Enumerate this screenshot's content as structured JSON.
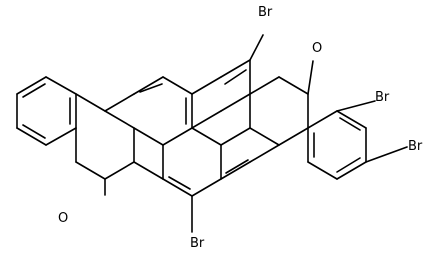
{
  "molecule": {
    "atom_labels": [
      {
        "id": "br-top",
        "text": "Br"
      },
      {
        "id": "o-top",
        "text": "O"
      },
      {
        "id": "br-right-upper",
        "text": "Br"
      },
      {
        "id": "br-right-lower",
        "text": "Br"
      },
      {
        "id": "o-bottom",
        "text": "O"
      },
      {
        "id": "br-bottom",
        "text": "Br"
      }
    ]
  },
  "colors": {
    "bond": "#000000",
    "label": "#000000",
    "background": "#ffffff"
  }
}
